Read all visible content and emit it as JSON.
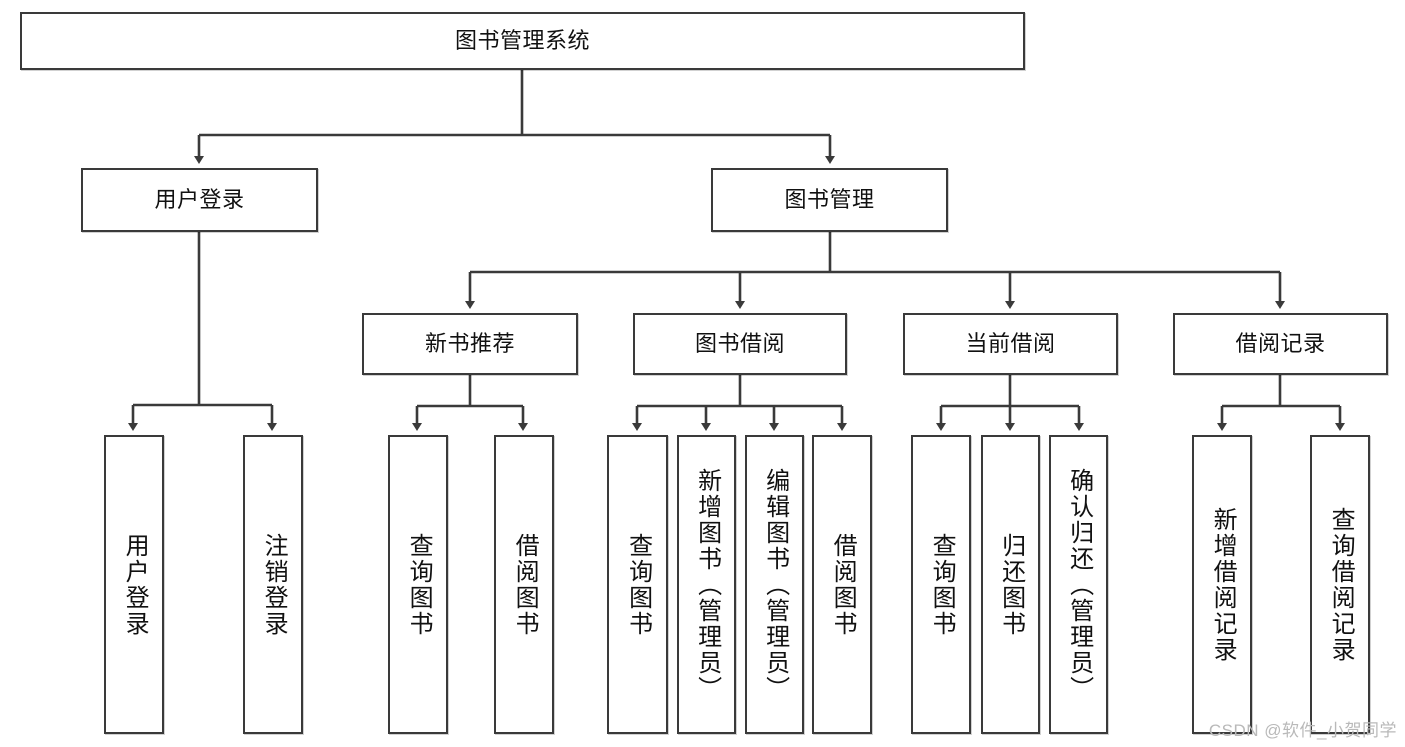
{
  "diagram": {
    "title": "图书管理系统",
    "type": "hierarchy-tree",
    "watermark": "CSDN @软件_小贺同学",
    "colors": {
      "box_border": "#3a3a3a",
      "box_fill": "#ffffff",
      "connector": "#3a3a3a",
      "text": "#111111",
      "watermark": "#b9b9b9"
    },
    "levels": {
      "level1": [
        {
          "id": "root",
          "label": "图书管理系统"
        }
      ],
      "level2": [
        {
          "id": "user-login",
          "label": "用户登录"
        },
        {
          "id": "book-management",
          "label": "图书管理"
        }
      ],
      "level3": [
        {
          "id": "new-book-recommend",
          "label": "新书推荐",
          "parent": "book-management"
        },
        {
          "id": "book-borrow",
          "label": "图书借阅",
          "parent": "book-management"
        },
        {
          "id": "current-borrow",
          "label": "当前借阅",
          "parent": "book-management"
        },
        {
          "id": "borrow-record",
          "label": "借阅记录",
          "parent": "book-management"
        }
      ],
      "leaves": [
        {
          "id": "leaf-user-login",
          "label": "用户登录",
          "parent": "user-login"
        },
        {
          "id": "leaf-logout-login",
          "label": "注销登录",
          "parent": "user-login"
        },
        {
          "id": "leaf-query-book-1",
          "label": "查询图书",
          "parent": "new-book-recommend"
        },
        {
          "id": "leaf-borrow-book-1",
          "label": "借阅图书",
          "parent": "new-book-recommend"
        },
        {
          "id": "leaf-query-book-2",
          "label": "查询图书",
          "parent": "book-borrow"
        },
        {
          "id": "leaf-add-book",
          "label": "新增图书（管理员）",
          "parent": "book-borrow"
        },
        {
          "id": "leaf-edit-book",
          "label": "编辑图书（管理员）",
          "parent": "book-borrow"
        },
        {
          "id": "leaf-borrow-book-2",
          "label": "借阅图书",
          "parent": "book-borrow"
        },
        {
          "id": "leaf-query-book-3",
          "label": "查询图书",
          "parent": "current-borrow"
        },
        {
          "id": "leaf-return-book",
          "label": "归还图书",
          "parent": "current-borrow"
        },
        {
          "id": "leaf-confirm-return",
          "label": "确认归还（管理员）",
          "parent": "current-borrow"
        },
        {
          "id": "leaf-add-record",
          "label": "新增借阅记录",
          "parent": "borrow-record"
        },
        {
          "id": "leaf-query-record",
          "label": "查询借阅记录",
          "parent": "borrow-record"
        }
      ]
    }
  }
}
